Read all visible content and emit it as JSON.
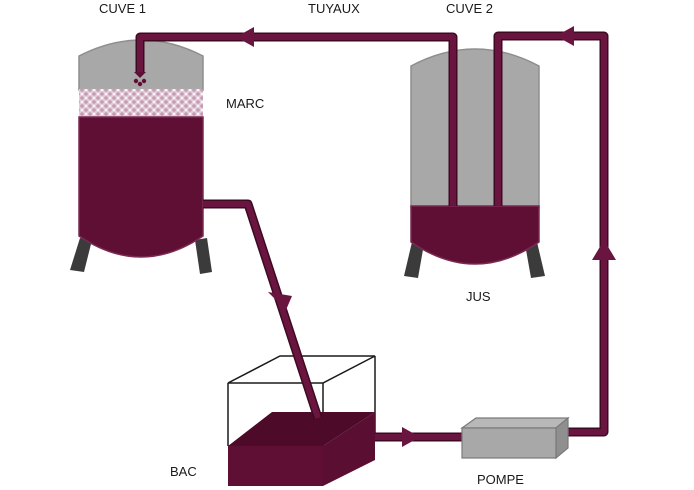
{
  "labels": {
    "cuve1": "CUVE 1",
    "tuyaux": "TUYAUX",
    "cuve2": "CUVE 2",
    "marc": "MARC",
    "jus": "JUS",
    "bac": "BAC",
    "pompe": "POMPE"
  },
  "colors": {
    "wine": "#5e0f33",
    "pipe": "#6a1540",
    "pipe_edge": "#3d0a22",
    "steel": "#a8a8a8",
    "steel_edge": "#8e8e8e",
    "pomace": "#d6b8cc",
    "legs": "#3b3b3b",
    "tank_outline": "#7a2a52"
  }
}
